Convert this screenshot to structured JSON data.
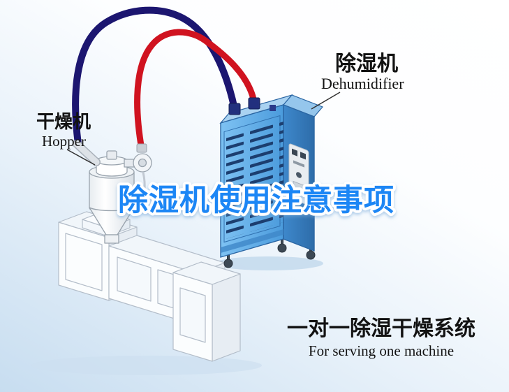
{
  "title": {
    "text": "除湿机使用注意事项",
    "color": "#1f86f5"
  },
  "labels": {
    "dryer": {
      "cn": "干燥机",
      "en": "Hopper"
    },
    "dehumidifier": {
      "cn": "除湿机",
      "en": "Dehumidifier"
    },
    "system": {
      "cn": "一对一除湿干燥系统",
      "en": "For serving one machine"
    }
  },
  "colors": {
    "pipe_navy": "#1c1670",
    "pipe_red": "#d01320",
    "cabinet_blue": "#4f9fe0",
    "background_bottom": "#c7ddf0",
    "text_black": "#121212"
  }
}
